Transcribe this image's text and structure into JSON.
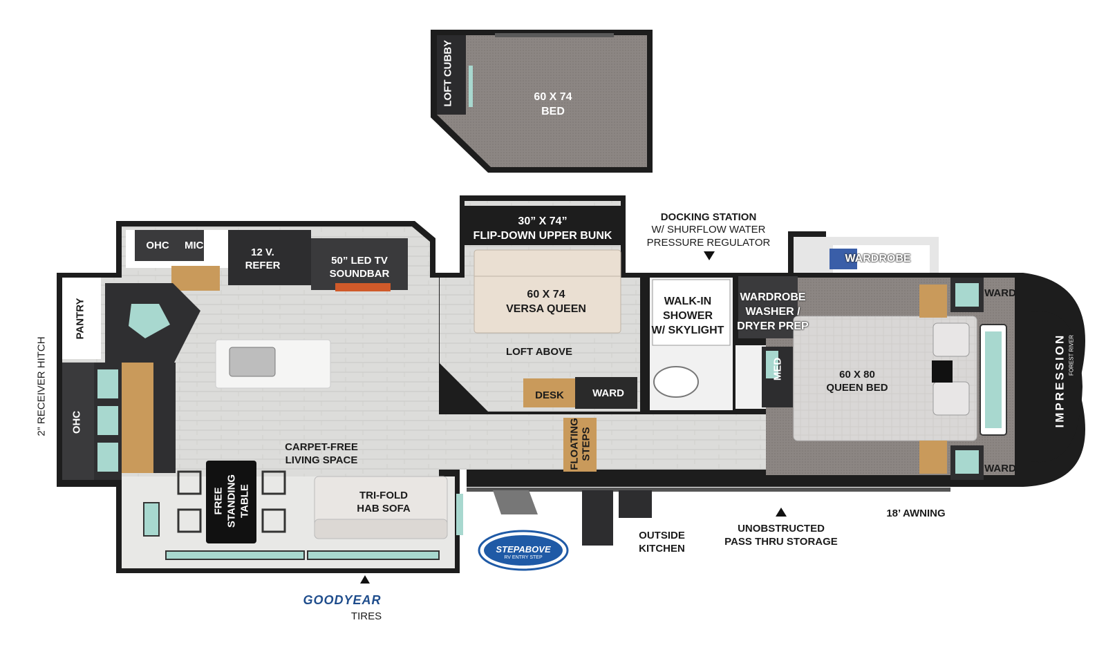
{
  "colors": {
    "wall": "#1d1d1d",
    "floor": "#d9d9d6",
    "cabinet_dark": "#3a3a3c",
    "wood": "#c99a5b",
    "bed_gray": "#7a7471",
    "versa": "#eadfd2",
    "window": "#a8d8cf",
    "logo_blue": "#1f5aa6"
  },
  "loft": {
    "cubby_label": "LOFT CUBBY",
    "bed_label": "60 X 74\nBED"
  },
  "bunkroom": {
    "bunk_label": "30” X 74”\nFLIP-DOWN UPPER BUNK",
    "versa_label": "60 X 74\nVERSA QUEEN",
    "loft_above": "LOFT ABOVE",
    "desk": "DESK",
    "ward": "WARD"
  },
  "kitchen": {
    "ohc": "OHC",
    "micro": "MICRO",
    "refer": "12 V.\nREFER",
    "tv": "50” LED TV\nSOUNDBAR",
    "pantry": "PANTRY",
    "ohc_side": "OHC"
  },
  "living": {
    "carpet_free": "CARPET-FREE\nLIVING SPACE",
    "table": "FREE\nSTANDING\nTABLE",
    "sofa": "TRI-FOLD\nHAB SOFA",
    "floating_steps": "FLOATING\nSTEPS"
  },
  "bath": {
    "docking": "DOCKING STATION",
    "docking_sub": "W/ SHURFLOW WATER\nPRESSURE REGULATOR",
    "shower": "WALK-IN\nSHOWER\nW/ SKYLIGHT",
    "wardrobe_washer": "WARDROBE\nWASHER /\nDRYER PREP",
    "med": "MED"
  },
  "bedroom": {
    "wardrobe": "WARDROBE",
    "ward_top": "WARD",
    "ward_bottom": "WARD",
    "bed": "60 X 80\nQUEEN BED"
  },
  "exterior": {
    "receiver_hitch": "2” RECEIVER HITCH",
    "outside_kitchen": "OUTSIDE\nKITCHEN",
    "pass_thru": "UNOBSTRUCTED\nPASS THRU STORAGE",
    "awning": "18’ AWNING",
    "tires": "TIRES",
    "goodyear": "GOODYEAR",
    "step_above": "STEPABOVE",
    "step_above_sub": "RV ENTRY STEP",
    "brand": "IMPRESSION",
    "brand_sub": "FOREST RIVER"
  }
}
